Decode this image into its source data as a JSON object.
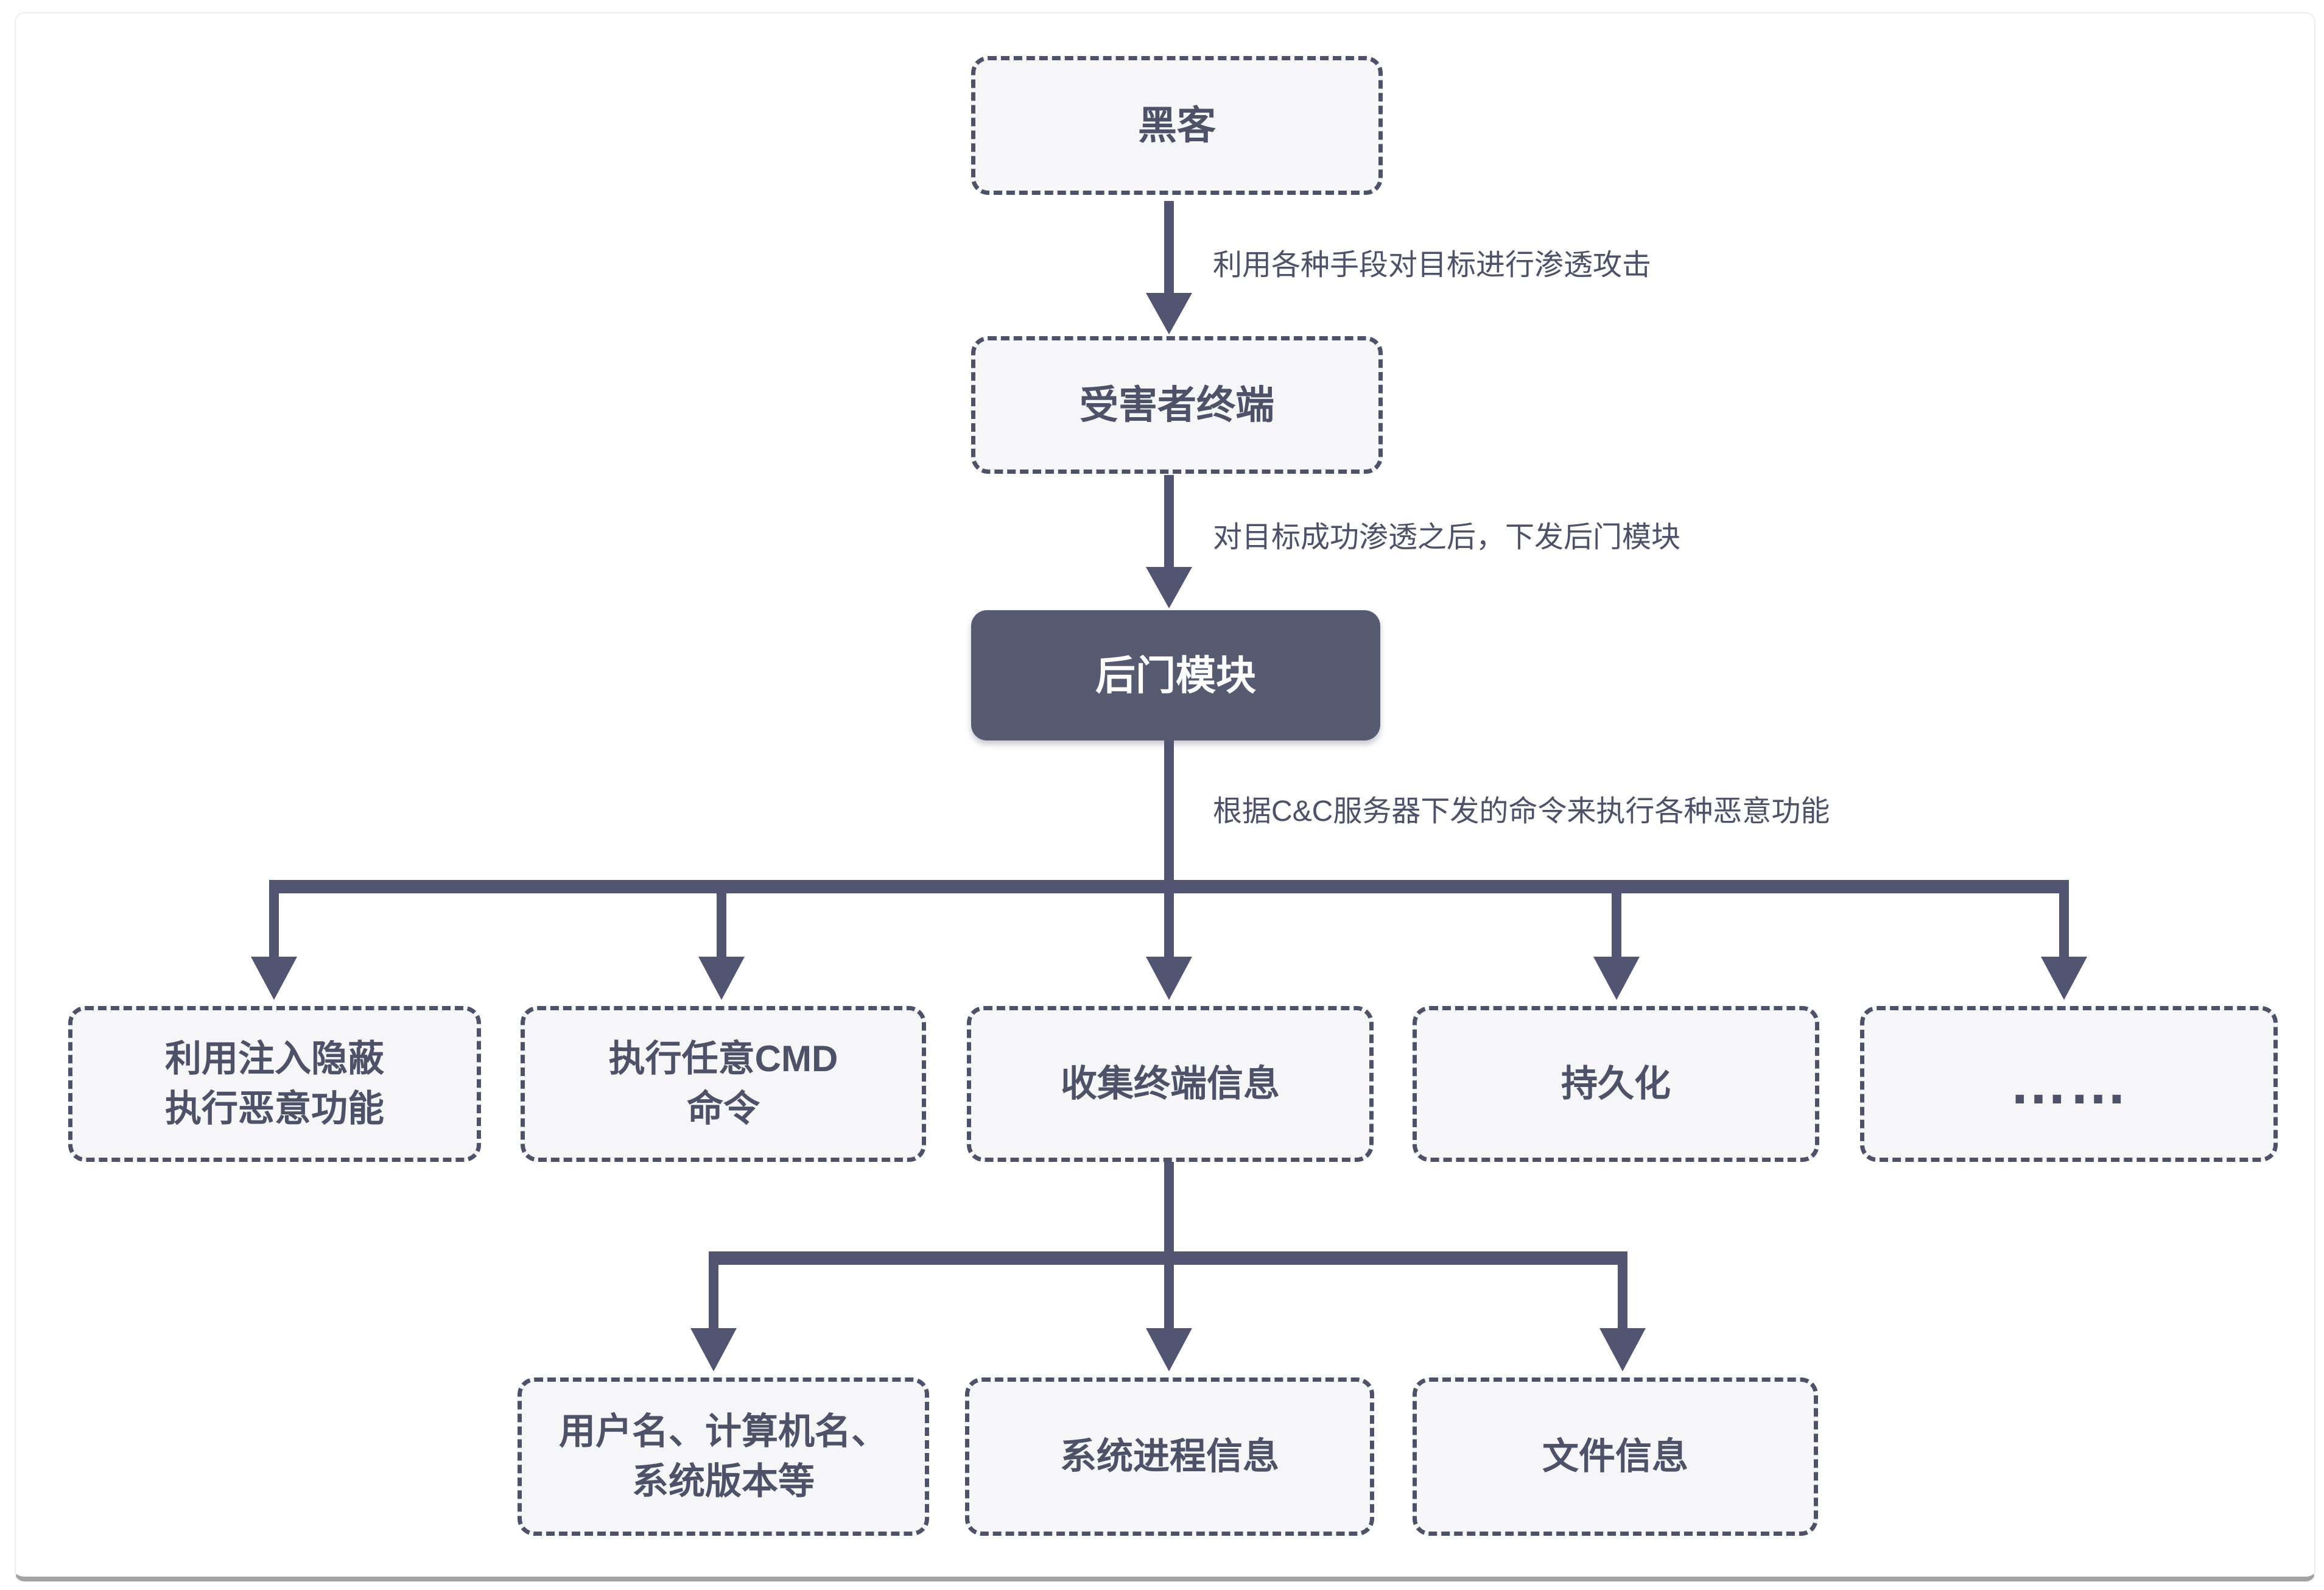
{
  "frame": {
    "background": "#ffffff",
    "border_color": "#ececec",
    "bottom_edge_color": "#a3a3a3"
  },
  "colors": {
    "line": "#515571",
    "node_border": "#4d5268",
    "node_fill": "#f6f6f8",
    "node_text": "#4d5268",
    "dark_node_fill": "#565b72",
    "dark_node_text": "#ffffff"
  },
  "nodes": {
    "hacker": "黑客",
    "victim": "受害者终端",
    "backdoor": "后门模块",
    "branch_inject": "利用注入隐蔽\n执行恶意功能",
    "branch_cmd": "执行任意CMD\n命令",
    "branch_collect": "收集终端信息",
    "branch_persist": "持久化",
    "branch_more": "……",
    "sub_userinfo": "用户名、计算机名、\n系统版本等",
    "sub_process": "系统进程信息",
    "sub_file": "文件信息"
  },
  "edge_labels": {
    "attack": "利用各种手段对目标进行渗透攻击",
    "deploy": "对目标成功渗透之后，下发后门模块",
    "cc": "根据C&C服务器下发的命令来执行各种恶意功能"
  }
}
